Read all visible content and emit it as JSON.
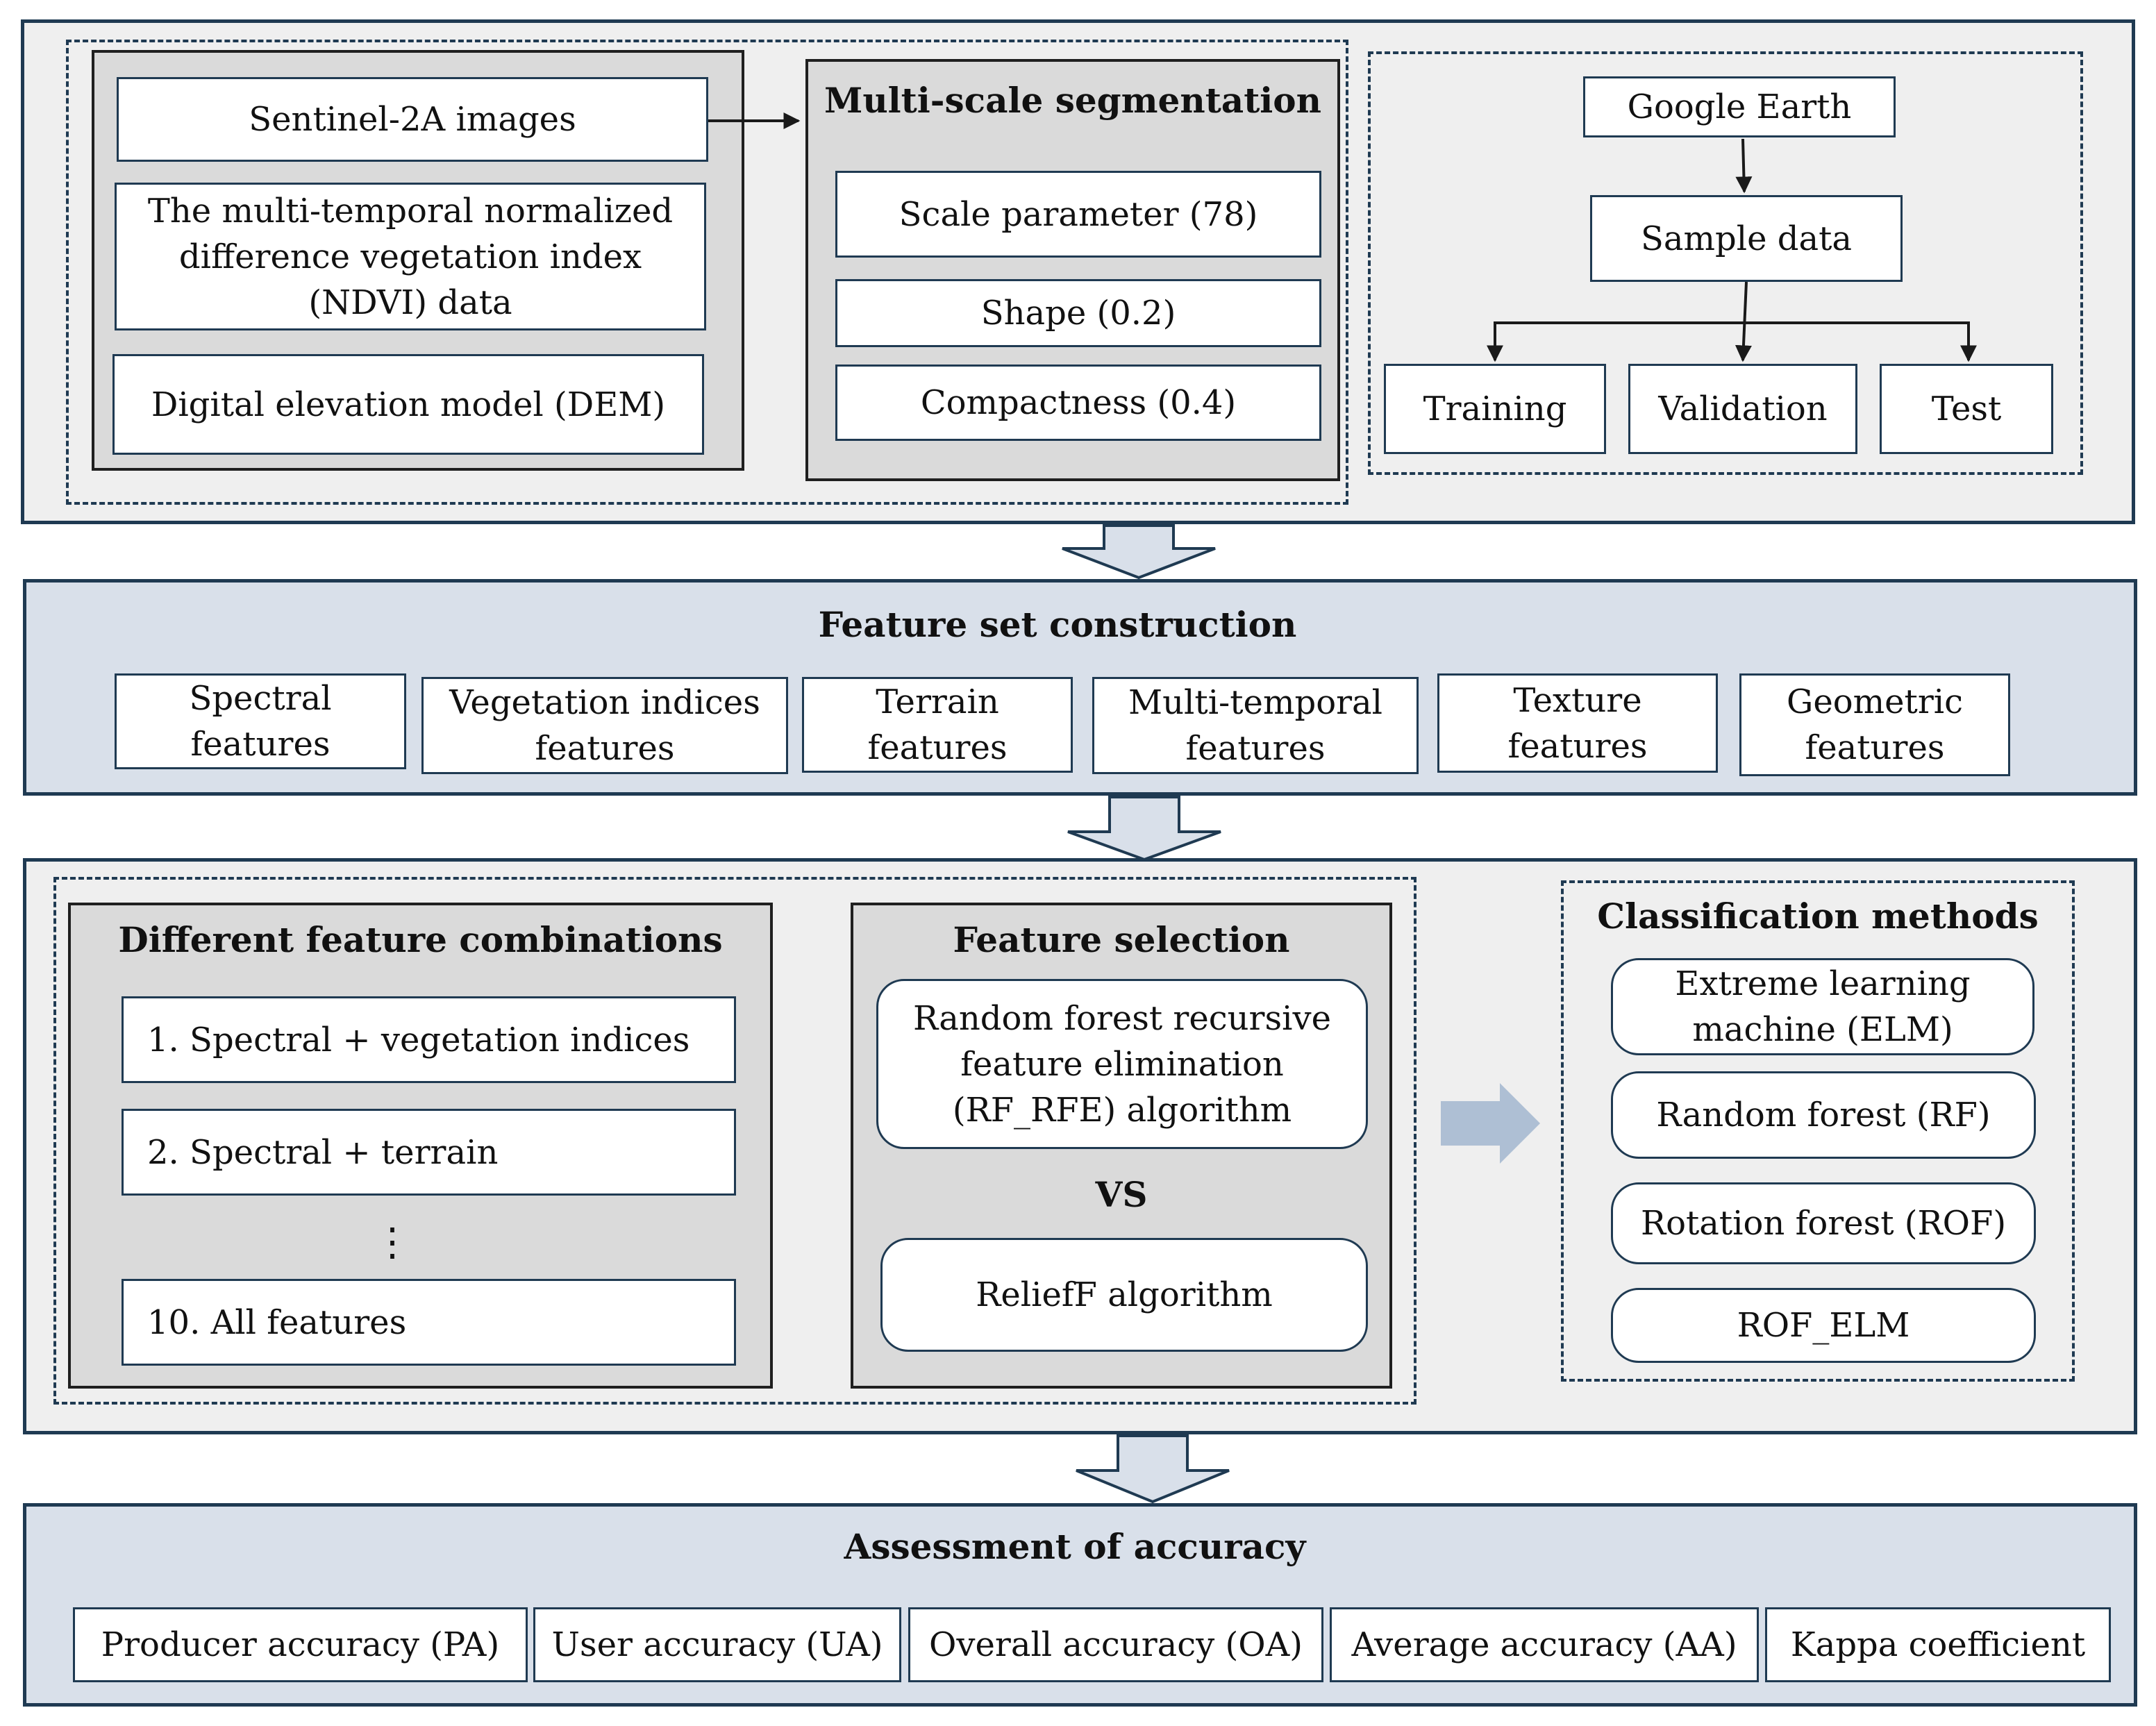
{
  "data_sources": {
    "sentinel": "Sentinel-2A images",
    "ndvi": "The multi-temporal normalized difference vegetation index (NDVI) data",
    "dem": "Digital elevation model (DEM)"
  },
  "segmentation": {
    "title": "Multi-scale segmentation",
    "params": [
      "Scale parameter (78)",
      "Shape (0.2)",
      "Compactness (0.4)"
    ]
  },
  "samples": {
    "source": "Google Earth",
    "sample": "Sample data",
    "splits": [
      "Training",
      "Validation",
      "Test"
    ]
  },
  "feature_set": {
    "title": "Feature set construction",
    "items": [
      "Spectral features",
      "Vegetation indices features",
      "Terrain features",
      "Multi-temporal features",
      "Texture features",
      "Geometric features"
    ]
  },
  "combinations": {
    "title": "Different feature combinations",
    "items": [
      "1. Spectral + vegetation indices",
      "2. Spectral + terrain",
      "⋮",
      "10. All features"
    ]
  },
  "selection": {
    "title": "Feature selection",
    "rfe": "Random forest recursive feature elimination (RF_RFE) algorithm",
    "vs": "VS",
    "relieff": "ReliefF algorithm"
  },
  "classification": {
    "title": "Classification methods",
    "items": [
      "Extreme learning machine (ELM)",
      "Random forest (RF)",
      "Rotation forest (ROF)",
      "ROF_ELM"
    ]
  },
  "accuracy": {
    "title": "Assessment of accuracy",
    "items": [
      "Producer accuracy (PA)",
      "User accuracy (UA)",
      "Overall accuracy (OA)",
      "Average accuracy (AA)",
      "Kappa coefficient"
    ]
  }
}
